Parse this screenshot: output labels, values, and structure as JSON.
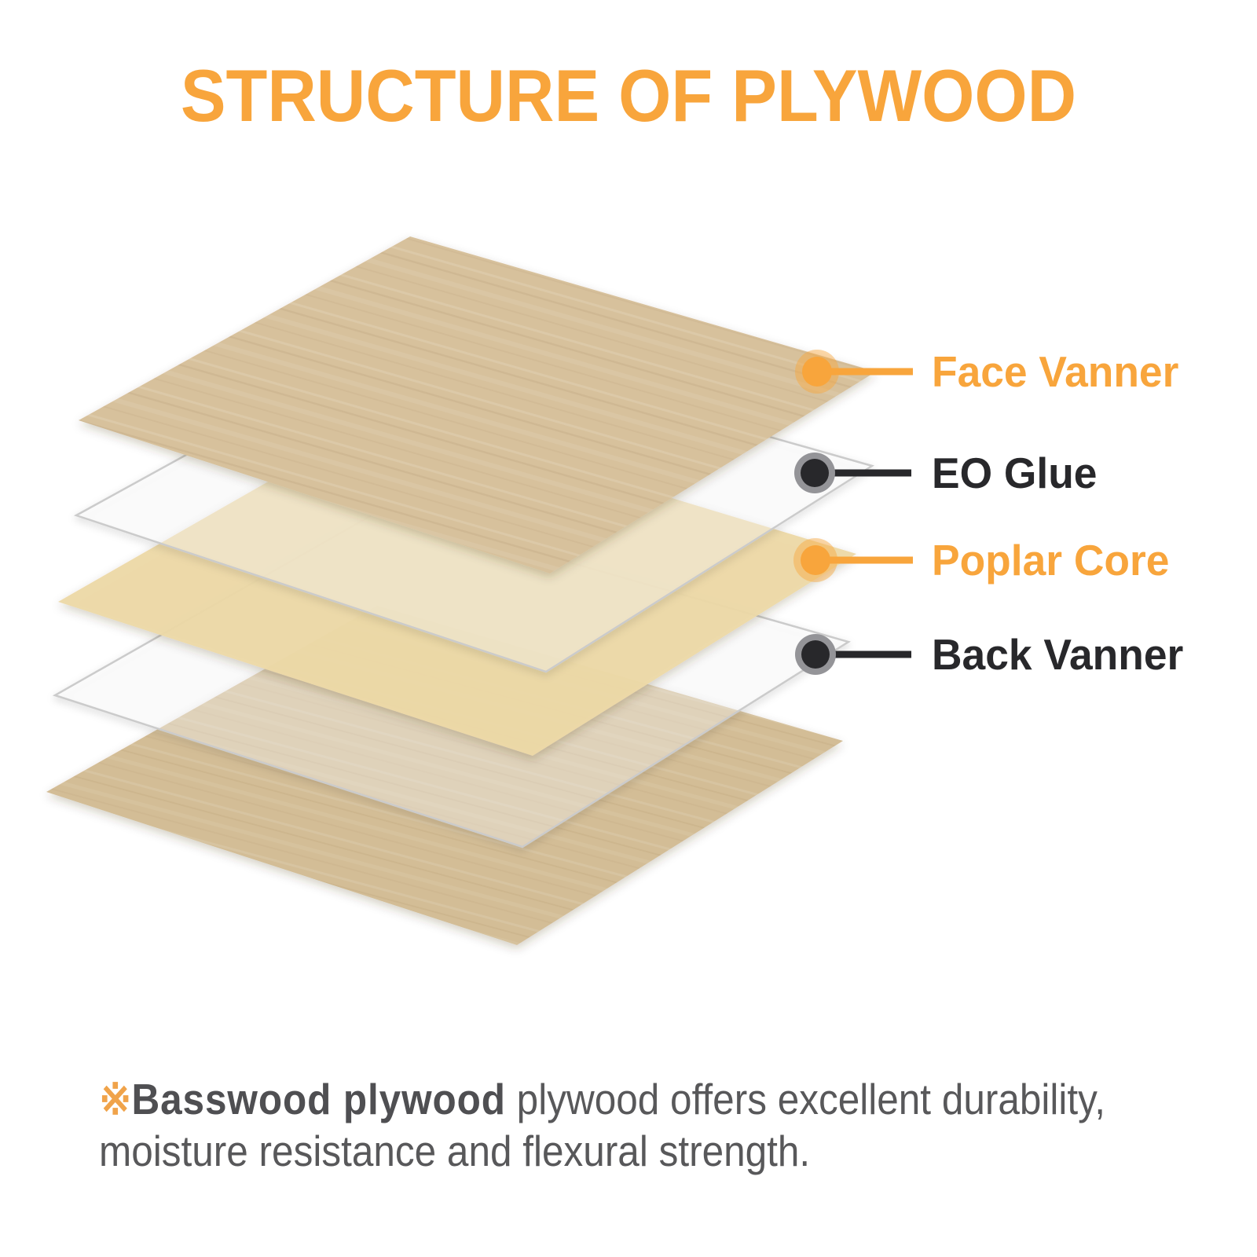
{
  "title": "STRUCTURE OF PLYWOOD",
  "colors": {
    "accent_orange": "#F8A53C",
    "orange_halo": "rgba(248,166,60,0.45)",
    "label_dark": "#28282B",
    "dot_ring_gray": "#949498",
    "wood_face": "#D7C19C",
    "wood_back": "#D3BD96",
    "core_cream": "#EDD9A6",
    "glue_fill": "rgba(255,255,255,0.35)",
    "glue_border": "#CBCBCB",
    "note_gray": "#58585A"
  },
  "callouts": [
    {
      "id": "face-vanner",
      "label": "Face Vanner",
      "style": "orange"
    },
    {
      "id": "eo-glue",
      "label": "EO Glue",
      "style": "dark"
    },
    {
      "id": "poplar-core",
      "label": "Poplar Core",
      "style": "orange"
    },
    {
      "id": "back-vanner",
      "label": "Back Vanner",
      "style": "dark"
    }
  ],
  "layers": [
    {
      "id": "face-vanner-sheet",
      "name": "Face Vanner (top wood veneer)"
    },
    {
      "id": "glue-sheet-top",
      "name": "EO Glue sheet (upper)"
    },
    {
      "id": "poplar-core-sheet",
      "name": "Poplar Core"
    },
    {
      "id": "glue-sheet-bottom",
      "name": "EO Glue sheet (lower)"
    },
    {
      "id": "back-vanner-sheet",
      "name": "Back Vanner (bottom wood veneer)"
    }
  ],
  "note": {
    "marker": "※",
    "highlight": "Basswood plywood",
    "line1_rest": " plywood offers excellent durability,",
    "line2": "moisture resistance and flexural strength."
  }
}
